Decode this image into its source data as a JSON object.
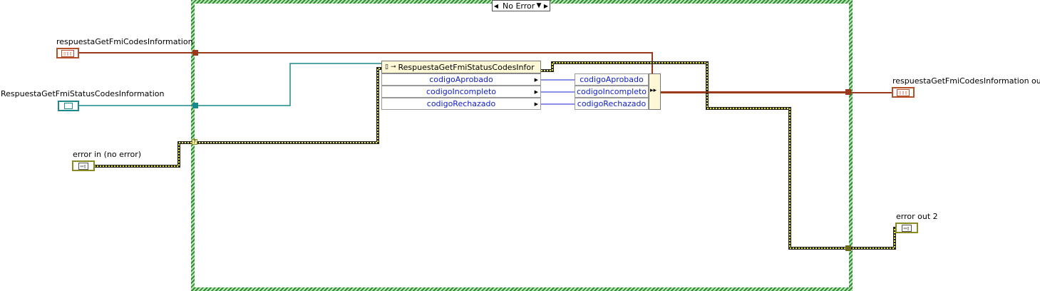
{
  "case_structure": {
    "selector_value": "No Error"
  },
  "controls": {
    "respuesta_label": "respuestaGetFmiCodesInformation",
    "respuesta_status_label": "RespuestaGetFmiStatusCodesInformation",
    "error_in_label": "error in (no error)"
  },
  "indicators": {
    "respuesta_out_label": "respuestaGetFmiCodesInformation out",
    "error_out_label": "error out 2"
  },
  "unbundle_node": {
    "title": "RespuestaGetFmiStatusCodesInfor",
    "elements": [
      "codigoAprobado",
      "codigoIncompleto",
      "codigoRechazado"
    ]
  },
  "bundle_node": {
    "elements": [
      "codigoAprobado",
      "codigoIncompleto",
      "codigoRechazado"
    ]
  },
  "colors": {
    "cluster_wire": "#9b3a1a",
    "class_wire": "#1d8a8a",
    "error_wire": "#8a8a22",
    "case_border": "#3da83d",
    "element_text": "#1020d0"
  },
  "icons": {
    "cluster_terminal": "cluster-terminal-icon",
    "class_terminal": "class-terminal-icon",
    "error_terminal": "error-cluster-terminal-icon"
  }
}
